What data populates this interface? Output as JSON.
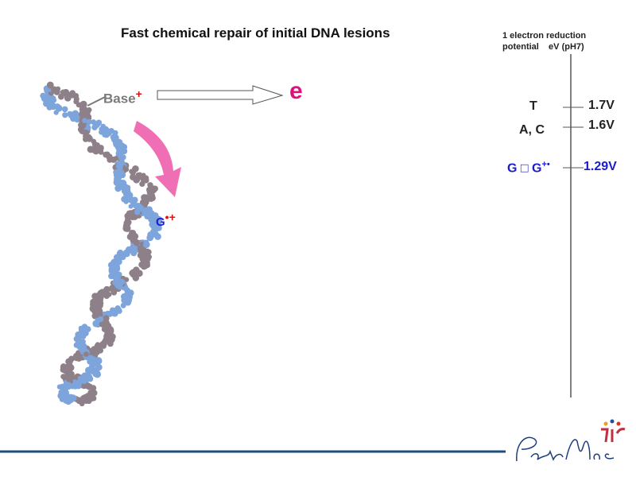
{
  "title": "Fast chemical repair of initial DNA lesions",
  "axis": {
    "header_line1": "1 electron reduction",
    "header_line2": "potential    eV (pH7)",
    "levels": [
      {
        "label": "T",
        "value": "1.7V"
      },
      {
        "label": "A, C",
        "value": "1.6V"
      },
      {
        "label": "G □ G",
        "superscript": "+•",
        "value": "1.29V"
      }
    ]
  },
  "diagram": {
    "base_label": "Base",
    "base_charge": "+",
    "electron_label": "e",
    "guanine_label": "G",
    "guanine_charge": "•+"
  },
  "logo": {
    "text": "Peter Mac"
  },
  "colors": {
    "accent_pink": "#f06eb4",
    "electron": "#e0107a",
    "blue_text": "#1a1ad0",
    "footer_line": "#1f4e79",
    "strand_gray": "#8e8088",
    "strand_blue": "#7ea4dc"
  }
}
